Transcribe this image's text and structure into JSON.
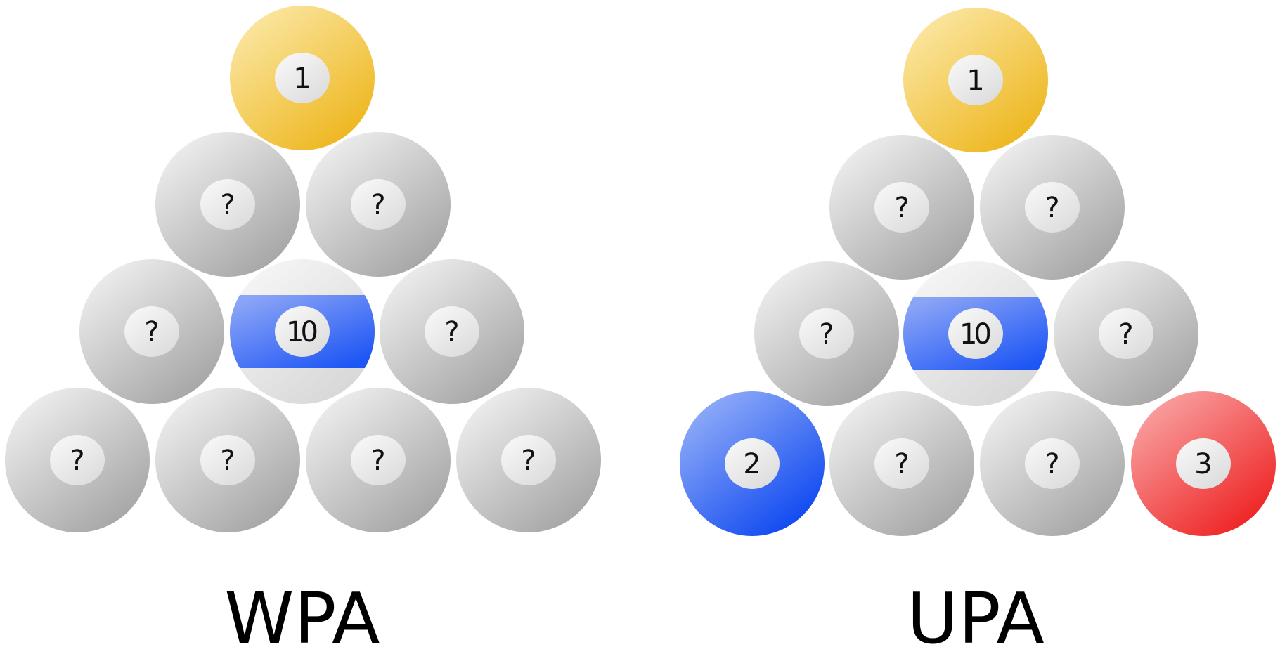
{
  "racks": [
    {
      "label": "WPA",
      "balls": [
        {
          "num": "1",
          "kind": "solid",
          "color": "#EDB51A",
          "light": "#FBE7A4"
        },
        {
          "num": "?",
          "kind": "unknown"
        },
        {
          "num": "?",
          "kind": "unknown"
        },
        {
          "num": "?",
          "kind": "unknown"
        },
        {
          "num": "10",
          "kind": "stripe",
          "color": "#1E56F5",
          "light": "#8AA4F6"
        },
        {
          "num": "?",
          "kind": "unknown"
        },
        {
          "num": "?",
          "kind": "unknown"
        },
        {
          "num": "?",
          "kind": "unknown"
        },
        {
          "num": "?",
          "kind": "unknown"
        },
        {
          "num": "?",
          "kind": "unknown"
        }
      ]
    },
    {
      "label": "UPA",
      "balls": [
        {
          "num": "1",
          "kind": "solid",
          "color": "#EDB51A",
          "light": "#FBE7A4"
        },
        {
          "num": "?",
          "kind": "unknown"
        },
        {
          "num": "?",
          "kind": "unknown"
        },
        {
          "num": "?",
          "kind": "unknown"
        },
        {
          "num": "10",
          "kind": "stripe",
          "color": "#1E56F5",
          "light": "#8AA4F6"
        },
        {
          "num": "?",
          "kind": "unknown"
        },
        {
          "num": "2",
          "kind": "solid",
          "color": "#0A45F0",
          "light": "#93AEF8"
        },
        {
          "num": "?",
          "kind": "unknown"
        },
        {
          "num": "?",
          "kind": "unknown"
        },
        {
          "num": "3",
          "kind": "solid",
          "color": "#EE1F1F",
          "light": "#F9A3A3"
        }
      ]
    }
  ],
  "colors": {
    "unknown_light": "#EFEFEF",
    "unknown_dark": "#A3A3A3",
    "number_spot": "#EEEEEE",
    "background": "#FFFFFF"
  }
}
